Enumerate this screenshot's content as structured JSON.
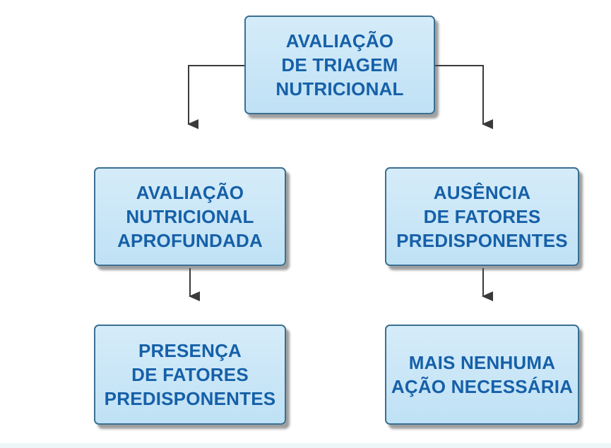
{
  "diagram": {
    "root": {
      "label": "AVALIAÇÃO\nDE TRIAGEM\nNUTRICIONAL"
    },
    "left_branch": {
      "assessment": {
        "label": "AVALIAÇÃO\nNUTRICIONAL\nAPROFUNDADA"
      },
      "outcome": {
        "label": "PRESENÇA\nDE FATORES\nPREDISPONENTES"
      }
    },
    "right_branch": {
      "assessment": {
        "label": "AUSÊNCIA\nDE FATORES\nPREDISPONENTES"
      },
      "outcome": {
        "label": "MAIS NENHUMA\nAÇÃO NECESSÁRIA"
      }
    },
    "colors": {
      "box_fill": "#c9e7f7",
      "box_border": "#3a6f92",
      "text": "#1660a8",
      "connector": "#3a3a3a"
    }
  }
}
